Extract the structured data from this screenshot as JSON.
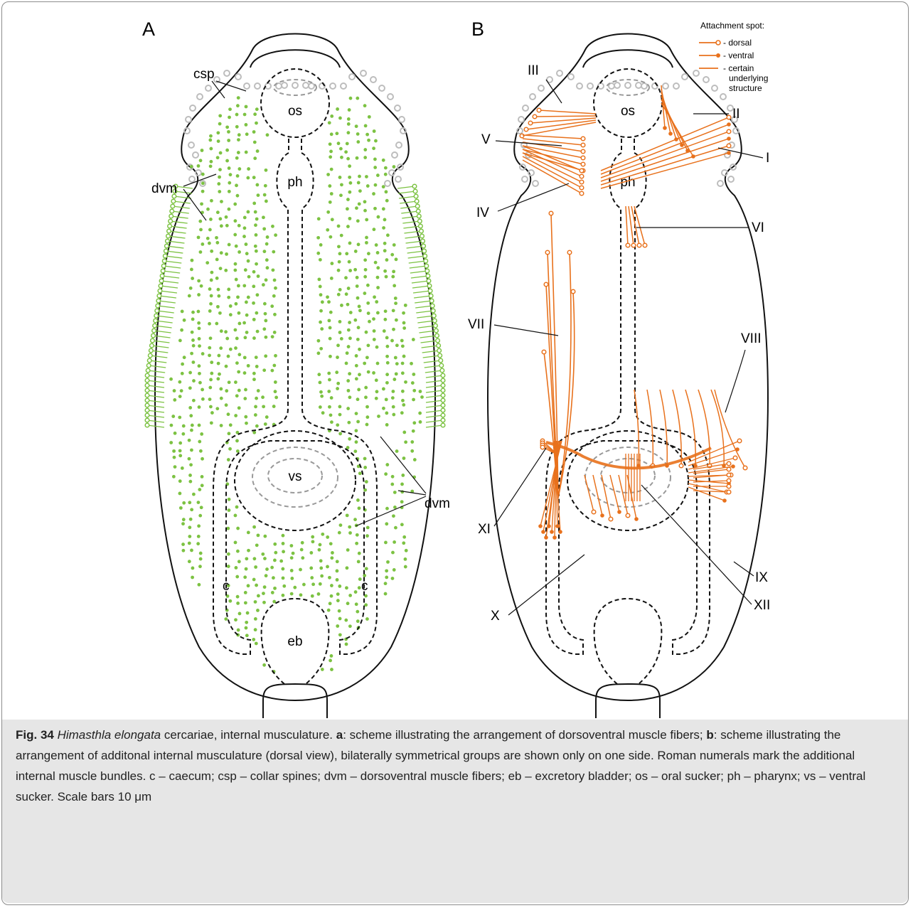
{
  "panel_a": {
    "letter": "A",
    "labels": {
      "os": "os",
      "ph": "ph",
      "vs": "vs",
      "eb": "eb",
      "csp": "csp",
      "dvm_left": "dvm",
      "dvm_right": "dvm",
      "c_left": "c",
      "c_right": "c"
    }
  },
  "panel_b": {
    "letter": "B",
    "labels": {
      "os": "os",
      "ph": "ph"
    },
    "legend": {
      "title": "Attachment spot:",
      "dorsal": "- dorsal",
      "ventral": "- ventral",
      "certain": "- certain",
      "underlying": "underlying",
      "structure": "structure"
    },
    "bundles": [
      "I",
      "II",
      "III",
      "IV",
      "V",
      "VI",
      "VII",
      "VIII",
      "IX",
      "X",
      "XI",
      "XII"
    ]
  },
  "colors": {
    "muscle": "#e8711c",
    "dvm_green": "#7cc242",
    "spine_grey": "#bdbdbd",
    "caption_bg": "#e6e6e6"
  },
  "caption": {
    "fig_label": "Fig. 34",
    "species": "Himasthla elongata",
    "t1": " cercariae, internal musculature. ",
    "a": "a",
    "t2": ": scheme illustrating the arrangement of dorsoventral muscle fibers; ",
    "b": "b",
    "t3": ": scheme illustrating the arrangement of additonal internal musculature (dorsal view), bilaterally symmetrical groups are shown only on one side. Roman numerals mark the additional internal muscle bundles. c – caecum; csp – collar spines; dvm – dorsoventral muscle fibers; eb – excretory bladder; os – oral sucker; ph – pharynx; vs – ventral sucker. Scale bars 10 μm"
  }
}
